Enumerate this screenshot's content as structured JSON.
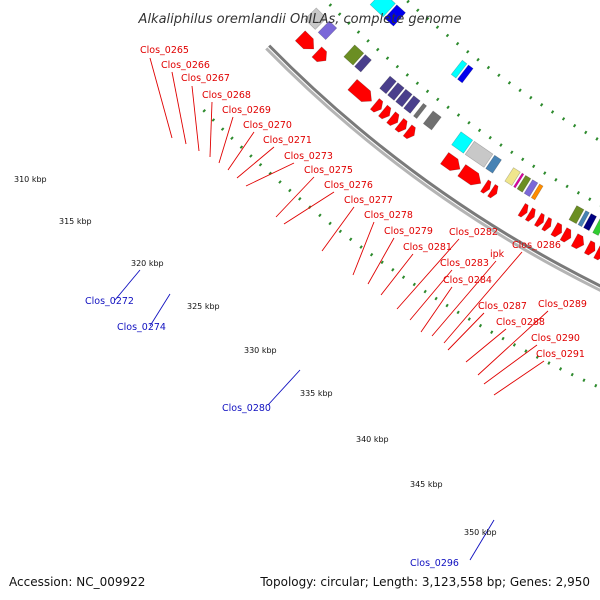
{
  "title": "Alkaliphilus oremlandii OhILAs, complete genome",
  "footer": {
    "accession": "Accession: NC_009922",
    "topology": "Topology: circular; Length: 3,123,558 bp; Genes: 2,950"
  },
  "kbp_labels": [
    "310 kbp",
    "315 kbp",
    "320 kbp",
    "325 kbp",
    "330 kbp",
    "335 kbp",
    "340 kbp",
    "345 kbp",
    "350 kbp"
  ],
  "gene_labels_red": [
    "Clos_0265",
    "Clos_0266",
    "Clos_0267",
    "Clos_0268",
    "Clos_0269",
    "Clos_0270",
    "Clos_0271",
    "Clos_0273",
    "Clos_0275",
    "Clos_0276",
    "Clos_0277",
    "Clos_0278",
    "Clos_0279",
    "Clos_0281",
    "Clos_0282",
    "Clos_0283",
    "Clos_0284",
    "Clos_0286",
    "ipk",
    "Clos_0287",
    "Clos_0288",
    "Clos_0289",
    "Clos_0290",
    "Clos_0291"
  ],
  "gene_labels_blue": [
    "Clos_0272",
    "Clos_0274",
    "Clos_0280",
    "Clos_0296"
  ],
  "colors": {
    "cds": "#ff0000",
    "backbone": "#8c8c8c",
    "tick": "#2e8b2e",
    "cyan": "#00ffff",
    "blue": "#0000ee",
    "gray": "#c8c8c8",
    "dark_gray": "#707070",
    "purple": "#4a3f8c",
    "lavender": "#7b68d8",
    "olive": "#6b8e23",
    "steel": "#4682b4",
    "khaki": "#f0e68c",
    "orange": "#ff8c00",
    "magenta": "#e000a0",
    "navy": "#000080",
    "green": "#32cd32"
  }
}
